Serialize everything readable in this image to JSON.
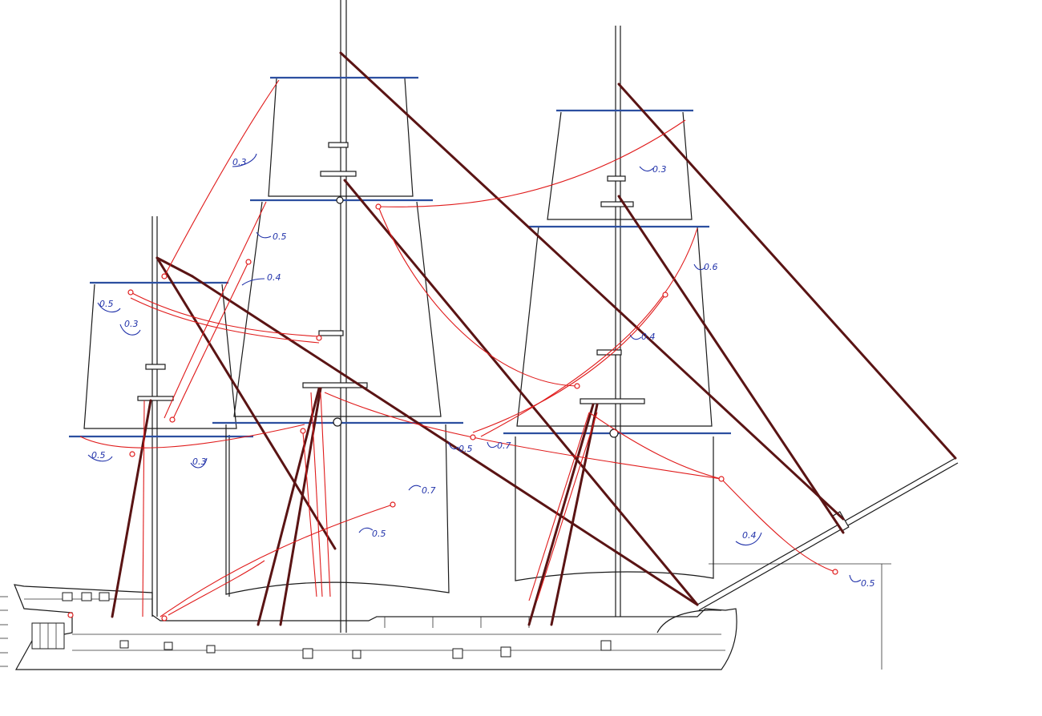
{
  "diagram": {
    "labels": [
      {
        "id": "fore-topgallant-brace",
        "text": "0.3"
      },
      {
        "id": "fore-topsail-brace",
        "text": "0.5"
      },
      {
        "id": "fore-topsail-brace-2",
        "text": "0.4"
      },
      {
        "id": "mizzen-yard-left",
        "text": "0.5"
      },
      {
        "id": "mizzen-yard-left-2",
        "text": "0.3"
      },
      {
        "id": "mizzen-lower-left",
        "text": "0.5"
      },
      {
        "id": "mizzen-lower-right",
        "text": "0.3"
      },
      {
        "id": "main-course-brace",
        "text": "0.7"
      },
      {
        "id": "main-course-brace-2",
        "text": "0.5"
      },
      {
        "id": "main-mid-brace",
        "text": "0.5"
      },
      {
        "id": "main-mid-brace-2",
        "text": "0.7"
      },
      {
        "id": "fore-topgallant-right",
        "text": "0.3"
      },
      {
        "id": "fore-top-right",
        "text": "0.6"
      },
      {
        "id": "fore-mid-right",
        "text": "0.4"
      },
      {
        "id": "bow-brace",
        "text": "0.4"
      },
      {
        "id": "bow-brace-2",
        "text": "0.5"
      }
    ]
  }
}
